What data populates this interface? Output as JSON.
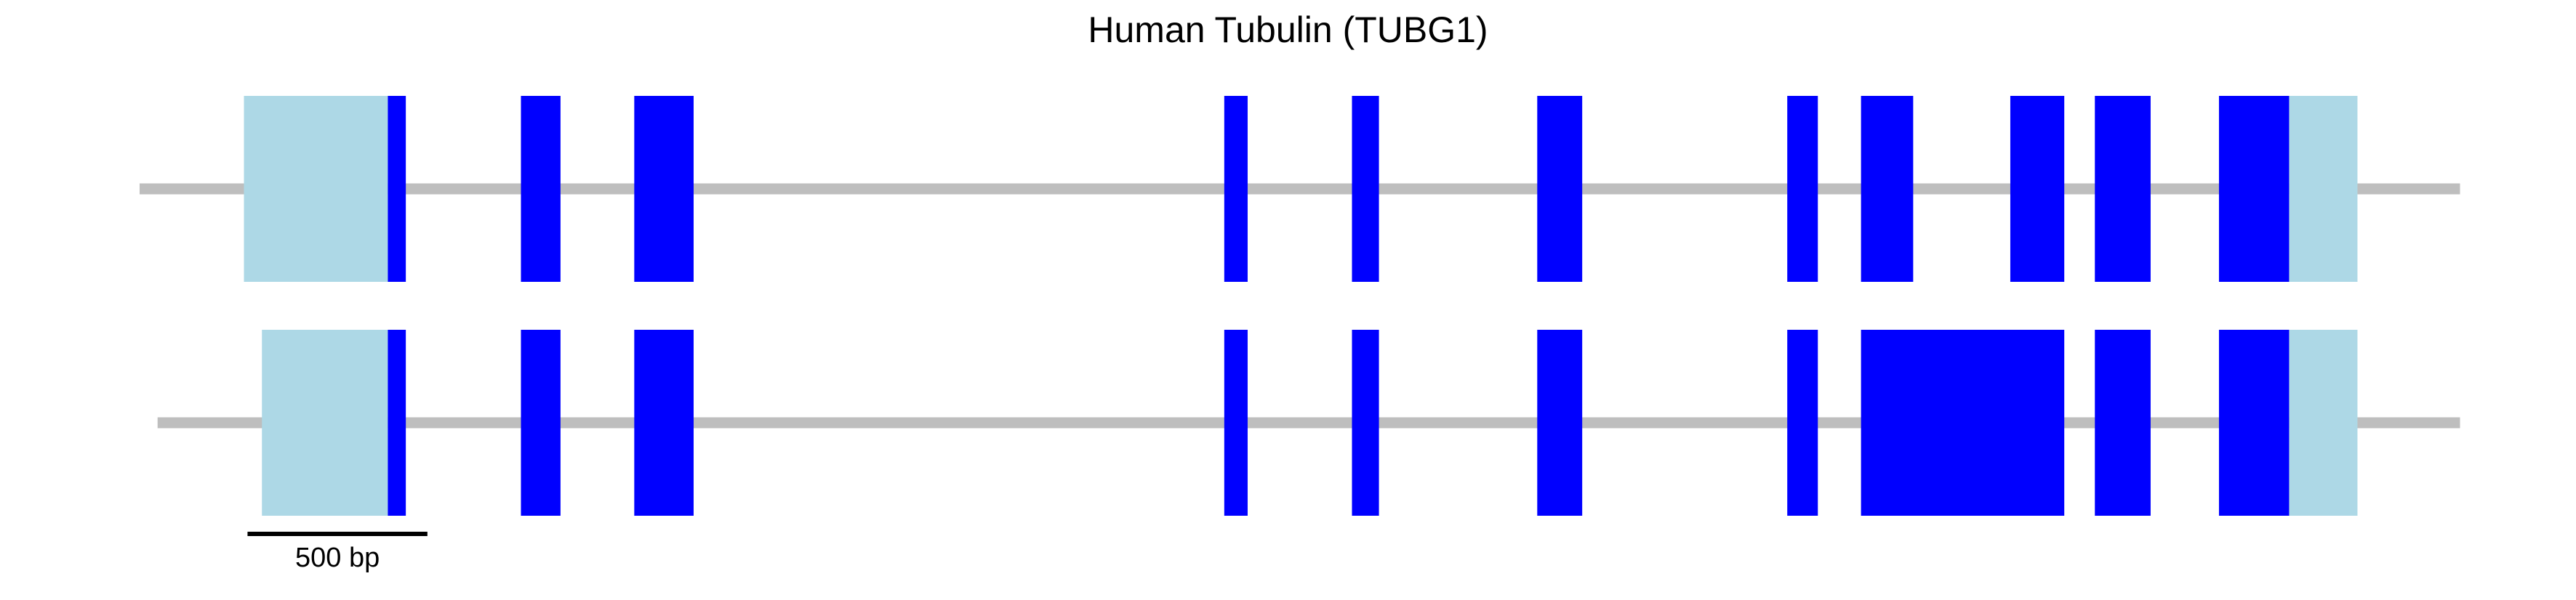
{
  "title": "Human Tubulin (TUBG1)",
  "colors": {
    "intron": "#bebebe",
    "utr": "#add8e6",
    "cds": "#0000ff",
    "scale_bar": "#000000"
  },
  "coordinate_system": {
    "unit": "bp",
    "bp_per_unit": 1
  },
  "scale_bar": {
    "length_bp": 500,
    "label": "500 bp"
  },
  "transcripts": [
    {
      "id": "transcript-1",
      "span": [
        0,
        6450
      ],
      "utr5": [
        [
          290,
          690
        ]
      ],
      "cds": [
        [
          690,
          740
        ],
        [
          1060,
          1170
        ],
        [
          1375,
          1540
        ],
        [
          3015,
          3080
        ],
        [
          3370,
          3445
        ],
        [
          3885,
          4010
        ],
        [
          4580,
          4665
        ],
        [
          4785,
          4930
        ],
        [
          5200,
          5350
        ],
        [
          5435,
          5590
        ],
        [
          5780,
          5975
        ]
      ],
      "utr3": [
        [
          5975,
          6165
        ]
      ]
    },
    {
      "id": "transcript-2",
      "span": [
        50,
        6450
      ],
      "utr5": [
        [
          340,
          690
        ]
      ],
      "cds": [
        [
          690,
          740
        ],
        [
          1060,
          1170
        ],
        [
          1375,
          1540
        ],
        [
          3015,
          3080
        ],
        [
          3370,
          3445
        ],
        [
          3885,
          4010
        ],
        [
          4580,
          4665
        ],
        [
          4785,
          5350
        ],
        [
          5435,
          5590
        ],
        [
          5780,
          5975
        ]
      ],
      "utr3": [
        [
          5975,
          6165
        ]
      ]
    }
  ]
}
